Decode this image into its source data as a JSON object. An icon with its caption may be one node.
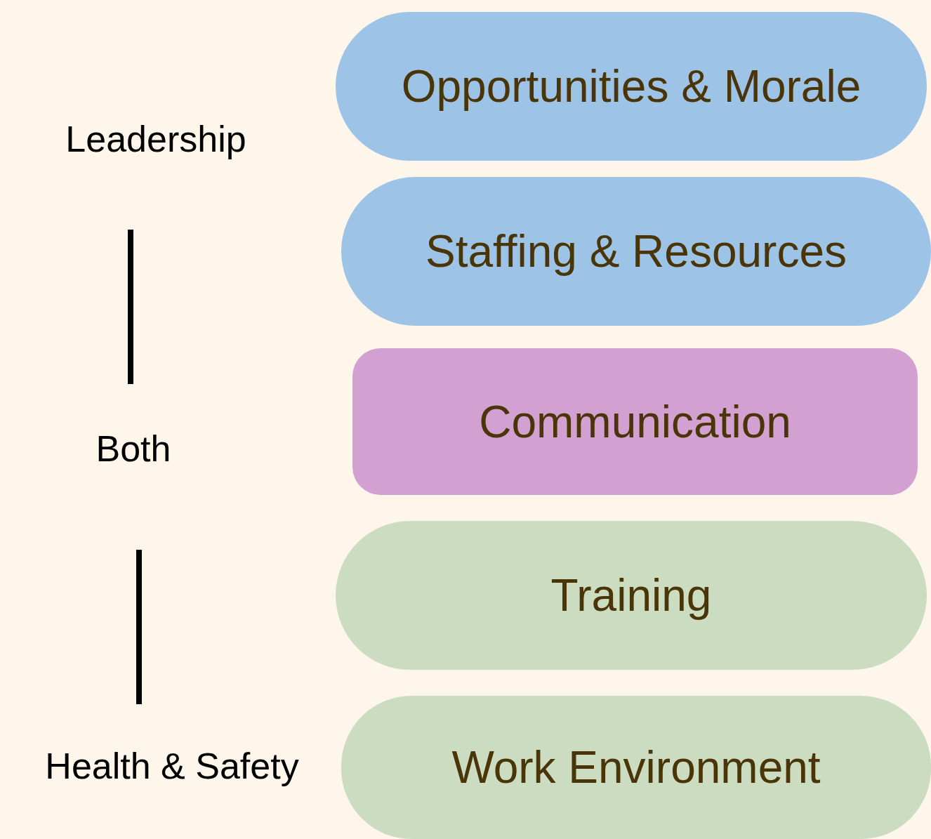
{
  "diagram": {
    "nodes": [
      {
        "text": [
          "Opportunities & Morale"
        ]
      },
      {
        "text": [
          "Staffing & Resources"
        ]
      },
      {
        "text": [
          "Communication"
        ]
      },
      {
        "text": [
          "Training"
        ]
      },
      {
        "text": [
          "Work Environment"
        ]
      },
      {
        "text": [
          "Leadership"
        ]
      },
      {
        "text": [
          "Both"
        ]
      },
      {
        "text": [
          "Health & Safety"
        ]
      }
    ]
  }
}
